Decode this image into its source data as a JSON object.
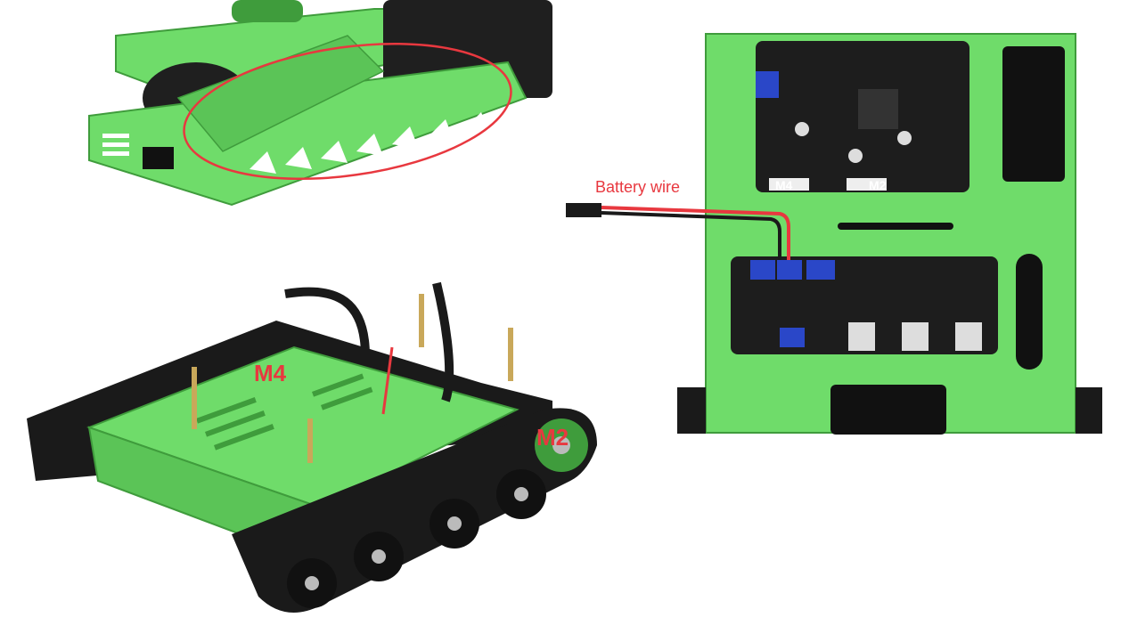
{
  "labels": {
    "battery_wire": "Battery wire",
    "motor_left_board": "M4",
    "motor_right_board": "M2",
    "motor_left_tank": "M4",
    "motor_right_tank": "M2"
  },
  "colors": {
    "chassis_green": "#6fdc6a",
    "chassis_dark_green": "#3f9c3c",
    "board_black": "#1d1d1d",
    "terminal_blue": "#2a47c8",
    "highlight_red": "#e8383f",
    "label_red": "#e8383f",
    "track_black": "#1a1a1a"
  }
}
